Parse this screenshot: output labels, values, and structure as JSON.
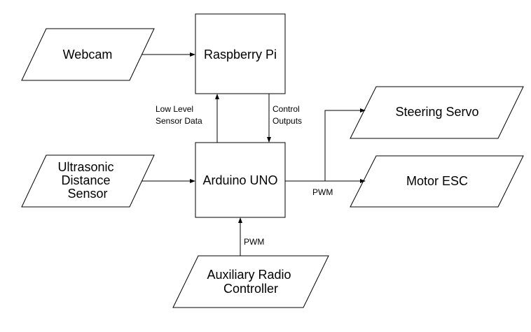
{
  "diagram": {
    "nodes": {
      "webcam": {
        "shape": "parallelogram",
        "lines": [
          "Webcam"
        ]
      },
      "raspberry_pi": {
        "shape": "rectangle",
        "lines": [
          "Raspberry Pi"
        ]
      },
      "arduino": {
        "shape": "rectangle",
        "lines": [
          "Arduino UNO"
        ]
      },
      "ultrasonic": {
        "shape": "parallelogram",
        "lines": [
          "Ultrasonic",
          "Distance",
          "Sensor"
        ]
      },
      "steering": {
        "shape": "parallelogram",
        "lines": [
          "Steering Servo"
        ]
      },
      "motor": {
        "shape": "parallelogram",
        "lines": [
          "Motor ESC"
        ]
      },
      "radio": {
        "shape": "parallelogram",
        "lines": [
          "Auxiliary Radio",
          "Controller"
        ]
      }
    },
    "edges": {
      "webcam_to_pi": {
        "from": "Webcam",
        "to": "Raspberry Pi"
      },
      "arduino_to_pi": {
        "from": "Arduino UNO",
        "to": "Raspberry Pi",
        "label_lines": [
          "Low Level",
          "Sensor Data"
        ]
      },
      "pi_to_arduino": {
        "from": "Raspberry Pi",
        "to": "Arduino UNO",
        "label_lines": [
          "Control",
          "Outputs"
        ]
      },
      "ultrasonic_to_arduino": {
        "from": "Ultrasonic Distance Sensor",
        "to": "Arduino UNO"
      },
      "arduino_to_outputs": {
        "from": "Arduino UNO",
        "to": [
          "Steering Servo",
          "Motor ESC"
        ],
        "label": "PWM"
      },
      "radio_to_arduino": {
        "from": "Auxiliary Radio Controller",
        "to": "Arduino UNO",
        "label": "PWM"
      }
    }
  }
}
